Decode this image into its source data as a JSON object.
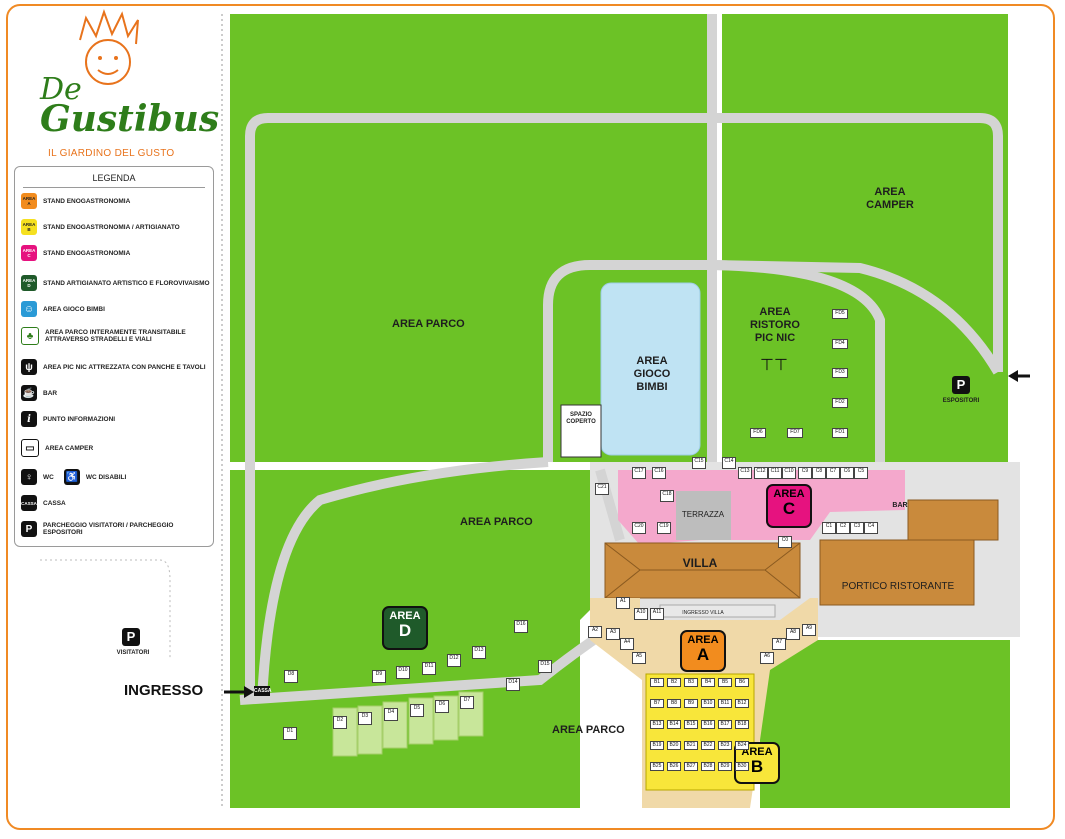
{
  "logo": {
    "line1": "De",
    "line2": "Gustibus",
    "tagline": "IL GIARDINO DEL GUSTO"
  },
  "legend": {
    "title": "LEGENDA",
    "items": [
      {
        "badge": "AREA A",
        "color": "#f28c1e",
        "text": "STAND ENOGASTRONOMIA"
      },
      {
        "badge": "AREA B",
        "color": "#f5e020",
        "text": "STAND ENOGASTRONOMIA / ARTIGIANATO"
      },
      {
        "badge": "AREA C",
        "color": "#e6127f",
        "text": "STAND  ENOGASTRONOMIA"
      },
      {
        "badge": "AREA D",
        "color": "#1f5a2a",
        "text": "STAND ARTIGIANATO ARTISTICO E FLOROVIVAISMO"
      },
      {
        "icon": "children-play-icon",
        "text": "AREA GIOCO BIMBI"
      },
      {
        "icon": "tree-icon",
        "text": "AREA PARCO INTERAMENTE TRANSITABILE ATTRAVERSO STRADELLI E VIALI"
      },
      {
        "icon": "fork-knife-icon",
        "text": "AREA PIC NIC ATTREZZATA CON PANCHE E TAVOLI"
      },
      {
        "icon": "coffee-cup-icon",
        "text": "BAR"
      },
      {
        "icon": "info-icon",
        "text": "PUNTO INFORMAZIONI"
      },
      {
        "icon": "camper-icon",
        "text": "AREA CAMPER"
      },
      {
        "icon": "wc-icon",
        "text": "WC",
        "extra_icon": "wheelchair-icon",
        "extra_text": "WC DISABILI"
      },
      {
        "badge_text": "CASSA",
        "text": "CASSA"
      },
      {
        "badge_text": "P",
        "text": "PARCHEGGIO VISITATORI / PARCHEGGIO ESPOSITORI"
      }
    ]
  },
  "map": {
    "area_parco": "AREA PARCO",
    "area_camper": "AREA CAMPER",
    "area_gioco": "AREA GIOCO BIMBI",
    "area_ristoro": "AREA RISTORO PIC NIC",
    "spazio_coperto": "SPAZIO COPERTO",
    "terrazza": "TERRAZZA",
    "villa": "VILLA",
    "portico": "PORTICO RISTORANTE",
    "bar": "BAR",
    "ingresso_villa": "INGRESSO VILLA",
    "espositori": "ESPOSITORI",
    "visitatori": "VISITATORI",
    "ingresso": "INGRESSO",
    "cassa": "CASSA",
    "parking": "P",
    "areas": {
      "a": {
        "label": "AREA",
        "letter": "A"
      },
      "b": {
        "label": "AREA",
        "letter": "B"
      },
      "c": {
        "label": "AREA",
        "letter": "C"
      },
      "d": {
        "label": "AREA",
        "letter": "D"
      }
    },
    "stands_fd": [
      "FD5",
      "FD4",
      "FD3",
      "FD2",
      "FD1",
      "FD6",
      "FD7"
    ],
    "stands_c": [
      "C17",
      "C16",
      "C15",
      "C14",
      "C13",
      "C12",
      "C11",
      "C10",
      "C9",
      "C8",
      "C7",
      "C6",
      "C5",
      "C21",
      "C18",
      "C19",
      "C20",
      "C1",
      "C2",
      "C3",
      "C4",
      "C0"
    ],
    "stands_a": [
      "A1",
      "A10",
      "A11",
      "A2",
      "A3",
      "A4",
      "A5",
      "A6",
      "A7",
      "A8",
      "A9"
    ],
    "stands_d": [
      "D1",
      "D2",
      "D3",
      "D4",
      "D5",
      "D6",
      "D7",
      "D8",
      "D9",
      "D10",
      "D11",
      "D12",
      "D13",
      "D14",
      "D15",
      "D16"
    ],
    "stands_b": [
      "B1",
      "B2",
      "B3",
      "B4",
      "B5",
      "B6",
      "B7",
      "B8",
      "B9",
      "B10",
      "B11",
      "B12",
      "B13",
      "B14",
      "B15",
      "B16",
      "B17",
      "B18",
      "B19",
      "B20",
      "B21",
      "B22",
      "B23",
      "B24",
      "B25",
      "B26",
      "B27",
      "B28",
      "B29",
      "B30"
    ]
  },
  "colors": {
    "grass": "#6cc226",
    "path": "#d6d6d6",
    "pink": "#f4a8cc",
    "sand": "#f0d9a8",
    "roof": "#c98a3c",
    "water": "#bfe3f3",
    "brand_orange": "#f08a24"
  }
}
